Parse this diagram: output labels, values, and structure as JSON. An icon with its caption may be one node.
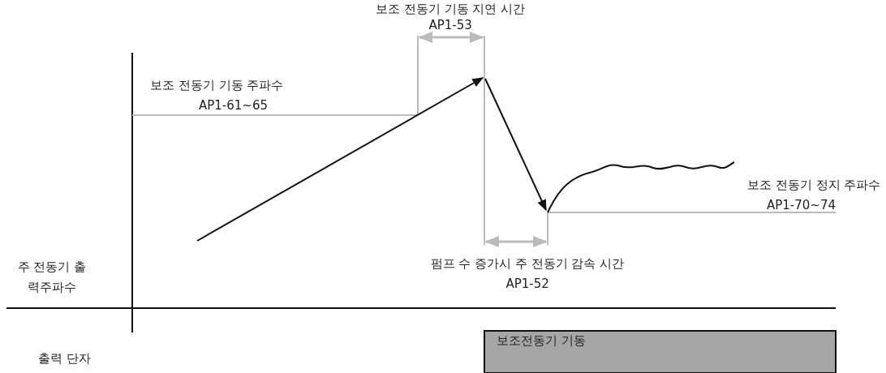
{
  "diagram": {
    "labels": [
      "보조 전동기 기동 지연 시간",
      "AP1-53",
      "보조 전동기 기동 주파수",
      "AP1-61~65",
      "보조 전동기 정지 주파수",
      "AP1-70~74",
      "펌프 수 증가시 주 전동기 감속 시간",
      "AP1-52",
      "주 전동기 출력주파수",
      "보조전동기 기동",
      "출력 단자"
    ]
  }
}
